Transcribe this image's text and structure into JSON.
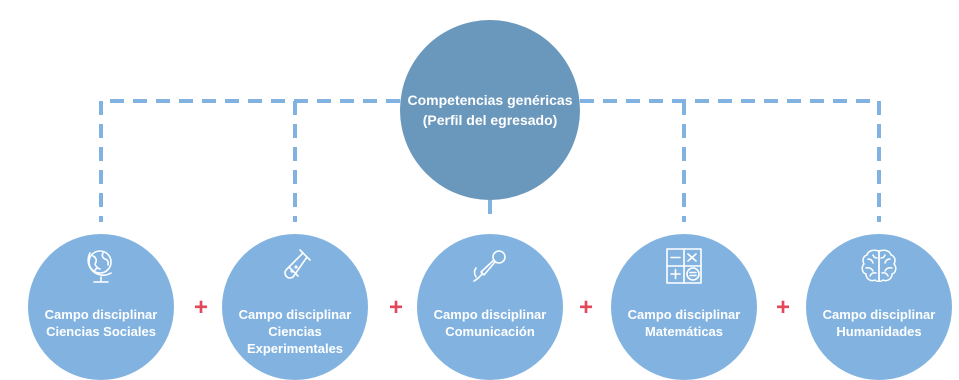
{
  "center": {
    "line1": "Competencias genéricas",
    "line2": "(Perfil del egresado)"
  },
  "nodes": [
    {
      "icon": "globe-icon",
      "lines": [
        "Campo disciplinar",
        "Ciencias Sociales",
        ""
      ]
    },
    {
      "icon": "test-tube-icon",
      "lines": [
        "Campo disciplinar",
        "Ciencias",
        "Experimentales"
      ]
    },
    {
      "icon": "microphone-icon",
      "lines": [
        "Campo disciplinar",
        "Comunicación",
        ""
      ]
    },
    {
      "icon": "calculator-icon",
      "lines": [
        "Campo disciplinar",
        "Matemáticas",
        ""
      ]
    },
    {
      "icon": "brain-icon",
      "lines": [
        "Campo disciplinar",
        "Humanidades",
        ""
      ]
    }
  ],
  "operator": "+",
  "colors": {
    "center_fill": "#6a97bc",
    "node_fill": "#82b3e0",
    "connector": "#82b3e0",
    "operator": "#e2485a",
    "text": "#ffffff"
  }
}
